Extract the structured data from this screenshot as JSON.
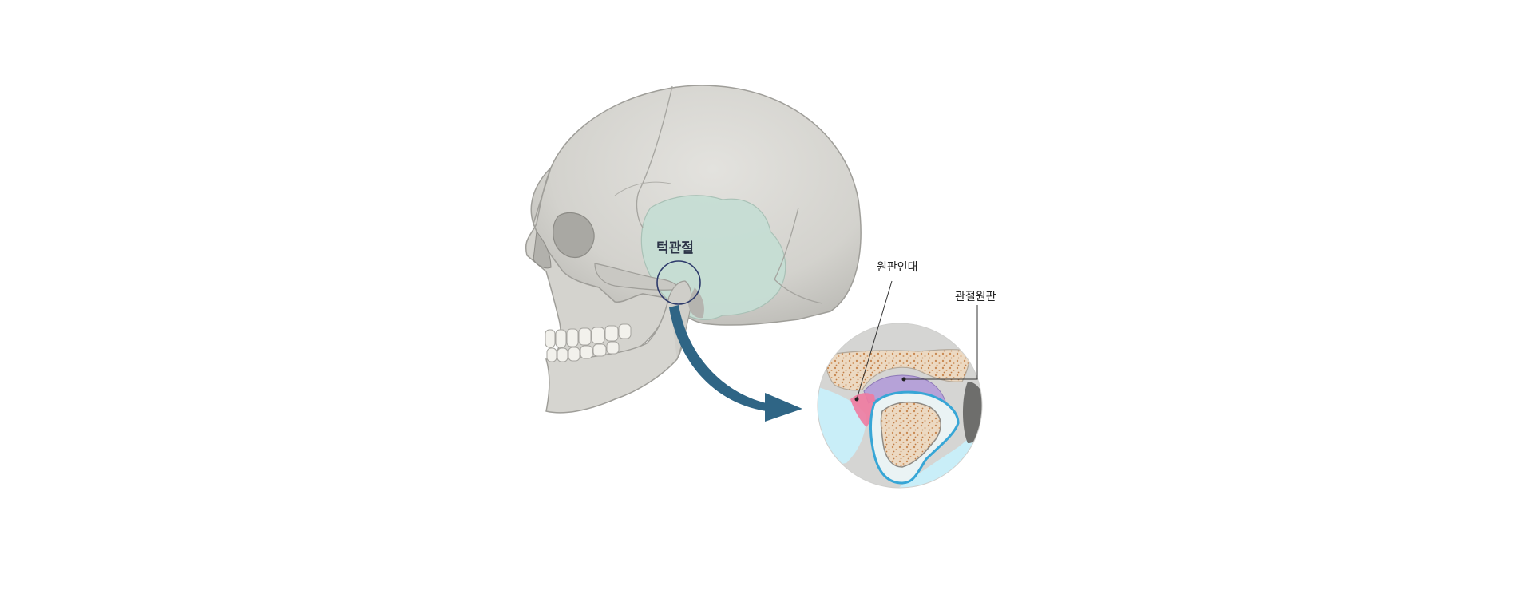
{
  "labels": {
    "tmj": "턱관절",
    "disc_ligament": "원판인대",
    "articular_disc": "관절원판"
  },
  "colors": {
    "skull": "#d8d7d2",
    "skull_shadow": "#b9b8b3",
    "temporal_highlight": "#c6ded4",
    "arrow": "#2f6585",
    "inset_bg": "#d5d5d3",
    "bone_fill": "#ecd9c2",
    "marrow_dot": "#c98a54",
    "cartilage_cyan": "#c9eef8",
    "capsule_blue": "#37a6d6",
    "ligament_pink": "#f07aa0",
    "disc_purple": "#b6a2d8"
  },
  "icons": {
    "skull": "skull-illustration",
    "zoom_arrow": "curved-arrow",
    "inset": "joint-cross-section"
  }
}
